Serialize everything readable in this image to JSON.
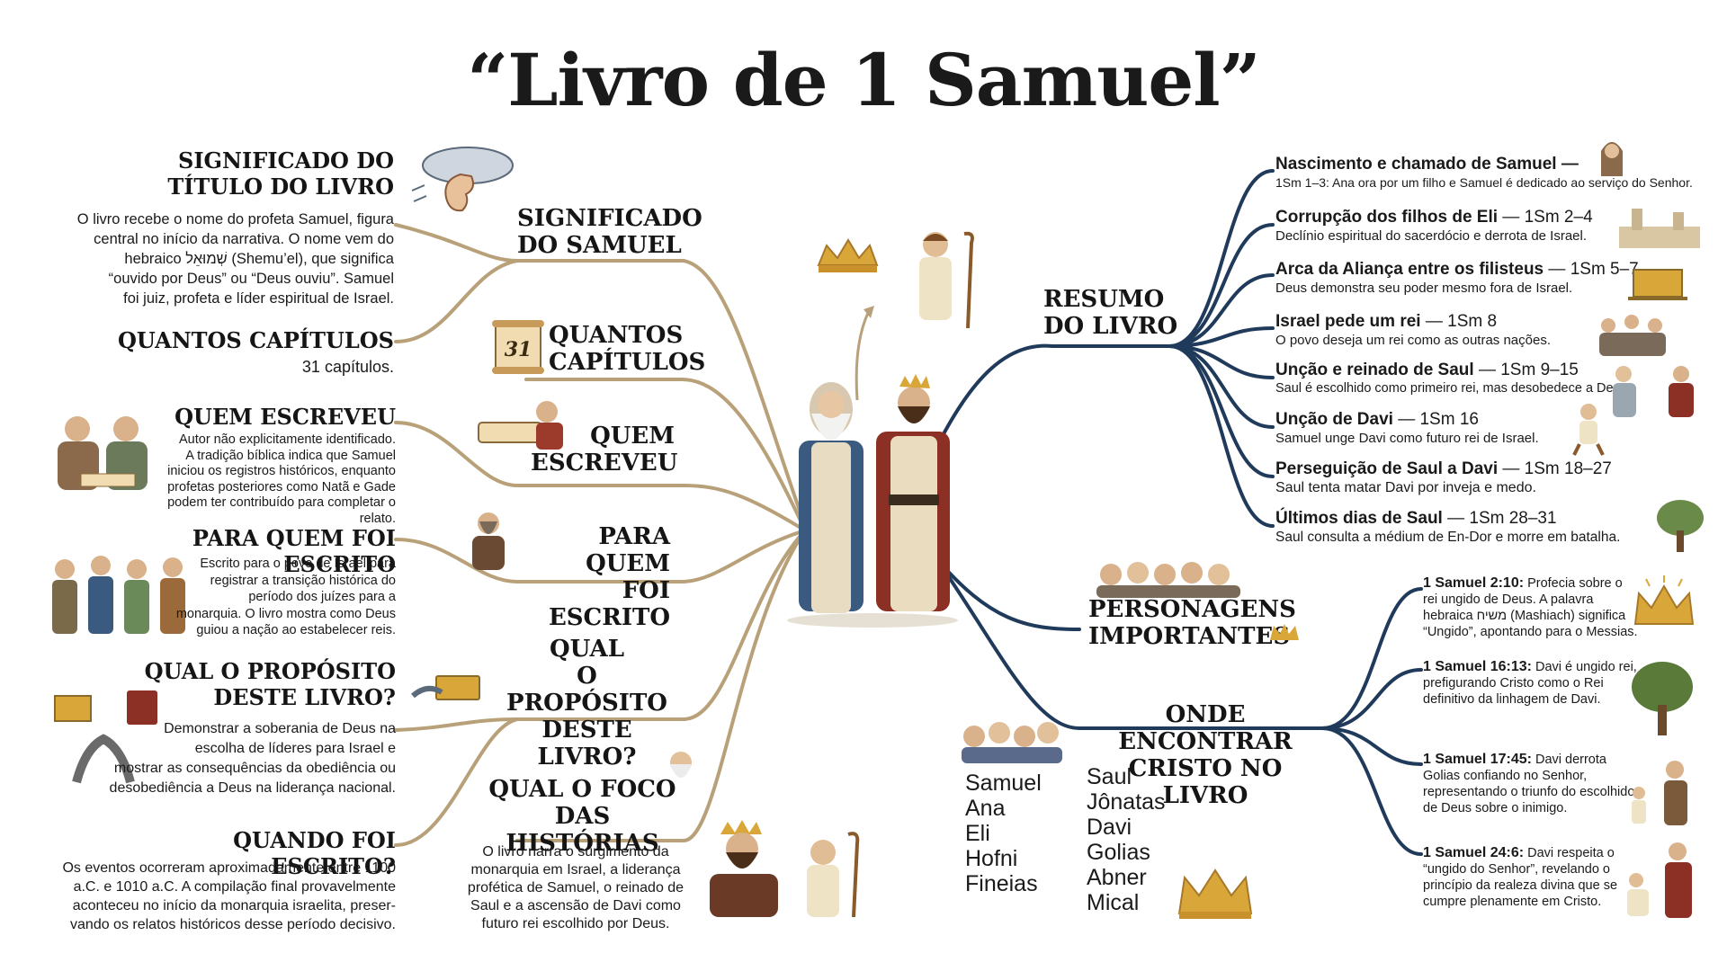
{
  "title": "“Livro de 1 Samuel”",
  "colors": {
    "gold_line": "#b8a079",
    "navy_line": "#1f3a5a",
    "text": "#1a1a1a",
    "gold": "#d9a63a"
  },
  "left_branches": [
    {
      "label": "SIGNIFICADO\nDO SAMUEL"
    },
    {
      "label": "QUANTOS\nCAPÍTULOS",
      "badge": "31"
    },
    {
      "label": "QUEM\nESCREVEU"
    },
    {
      "label": "PARA QUEM\nFOI ESCRITO"
    },
    {
      "label": "QUAL\nO PROPÓSITO\nDESTE LIVRO?"
    },
    {
      "label": "QUAL O FOCO\nDAS HISTÓRIAS"
    }
  ],
  "left_details": {
    "titulo": {
      "heading": "SIGNIFICADO DO\nTÍTULO DO LIVRO",
      "text": "O livro recebe o nome do profeta Samuel, figura\ncentral no início da narrativa. O nome vem do\nhebraico שְׁמוּאֵל (Shemu’el), que significa\n“ouvido por Deus” ou “Deus ouviu”. Samuel\nfoi juiz, profeta e líder espiritual de Israel."
    },
    "capitulos": {
      "heading": "QUANTOS CAPÍTULOS",
      "text": "31 capítulos."
    },
    "quem": {
      "heading": "QUEM ESCREVEU",
      "text": "Autor não explicitamente identificado.\nA tradição bíblica indica que Samuel\niniciou os registros históricos, enquanto\nprofetas posteriores como Natã e Gade\npodem ter contribuído para completar o relato."
    },
    "para_quem": {
      "heading": "PARA QUEM FOI ESCRITO",
      "text": "Escrito para o povo de Israel para\nregistrar a transição histórica do\nperíodo dos juízes para a\nmonarquia. O livro mostra como Deus\nguiou a nação ao estabelecer reis."
    },
    "proposito": {
      "heading": "QUAL O PROPÓSITO\nDESTE LIVRO?",
      "text": "Demonstrar a soberania de Deus na\nescolha de líderes para Israel e\nmostrar as consequências da obediência ou\ndesobediência a Deus na liderança nacional."
    },
    "quando": {
      "heading": "QUANDO FOI ESCRITO?",
      "text": "Os eventos ocorreram aproximadamente entre 1100\na.C. e 1010 a.C. A compilação final provavelmente\naconteceu no início da monarquia israelita, preser-\nvando os relatos históricos desse período decisivo."
    },
    "foco": {
      "text": "O livro narra o surgimento da\nmonarquia em Israel, a liderança\nprofética de Samuel, o reinado de\nSaul e a ascensão de Davi como\nfuturo rei escolhido por Deus."
    }
  },
  "right_branches": {
    "resumo": "RESUMO\nDO LIVRO",
    "personagens": "PERSONAGENS\nIMPORTANTES",
    "cristo": "ONDE ENCONTRAR\nCRISTO NO LIVRO"
  },
  "resumo_items": [
    {
      "title": "Nascimento e chamado de Samuel —",
      "ref": "",
      "desc": "1Sm 1–3: Ana ora por um filho e Samuel é dedicado ao serviço do Senhor."
    },
    {
      "title": "Corrupção dos filhos de Eli",
      "ref": " — 1Sm 2–4",
      "desc": "Declínio espiritual do sacerdócio e derrota de Israel."
    },
    {
      "title": "Arca da Aliança entre os filisteus",
      "ref": " — 1Sm 5–7",
      "desc": "Deus demonstra seu poder mesmo fora de Israel."
    },
    {
      "title": "Israel pede um rei",
      "ref": " — 1Sm 8",
      "desc": "O povo deseja um rei como as outras nações."
    },
    {
      "title": "Unção e reinado de Saul",
      "ref": " — 1Sm 9–15",
      "desc": "Saul é escolhido como primeiro rei, mas desobedece a Deus."
    },
    {
      "title": "Unção de Davi",
      "ref": " — 1Sm 16",
      "desc": "Samuel unge Davi como futuro rei de Israel."
    },
    {
      "title": "Perseguição de Saul a Davi",
      "ref": " — 1Sm 18–27",
      "desc": "Saul tenta matar Davi por inveja e medo."
    },
    {
      "title": "Últimos dias de Saul",
      "ref": " — 1Sm 28–31",
      "desc": "Saul consulta a médium de En-Dor e morre em batalha."
    }
  ],
  "characters_col1": [
    "Samuel",
    "Ana",
    "Eli",
    "Hofni",
    "Fineias"
  ],
  "characters_col2": [
    "Saul",
    "Jônatas",
    "Davi",
    "Golias",
    "Abner",
    "Mical"
  ],
  "cristo_items": [
    {
      "ref": "1 Samuel 2:10:",
      "text": "Profecia sobre o rei ungido de Deus. A palavra hebraica משיח (Mashiach) significa “Ungido”, apontando para o Messias."
    },
    {
      "ref": "1 Samuel 16:13:",
      "text": "Davi é ungido rei, prefigurando Cristo como o Rei definitivo da linhagem de Davi."
    },
    {
      "ref": "1 Samuel 17:45:",
      "text": "Davi derrota Golias confiando no Senhor, representando o triunfo do escolhido de Deus sobre o inimigo."
    },
    {
      "ref": "1 Samuel 24:6:",
      "text": "Davi respeita o “ungido do Senhor”, revelando o princípio da realeza divina que se cumpre plenamente em Cristo."
    }
  ]
}
